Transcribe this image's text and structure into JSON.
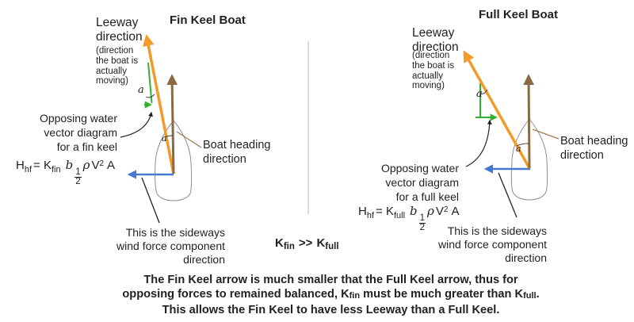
{
  "colors": {
    "leeway_arrow": "#f39a28",
    "heading_arrow": "#8a6a42",
    "wind_force_arrow": "#4578cf",
    "water_vector": "#33b133",
    "hull_outline": "#8f8c9c",
    "text": "#231f20",
    "divider": "#bbbbbb"
  },
  "labels": {
    "angle_a": "a"
  },
  "left": {
    "title": "Fin Keel Boat",
    "leeway": "Leeway\ndirection",
    "leeway_note": "(direction\nthe boat is\nactually\nmoving)",
    "opposing": "Opposing water\nvector diagram\nfor a fin keel",
    "boat_heading": "Boat heading\ndirection",
    "sideways": "This is the sideways\nwind force component\ndirection",
    "formula": {
      "h": "H",
      "h_sub": "hf",
      "eq": "= K",
      "k_sub": "fin",
      "b": "b",
      "num": "1",
      "den": "2",
      "rho": "ρ",
      "v": "V",
      "v_sup": "2",
      "a_var": "A"
    }
  },
  "right": {
    "title": "Full Keel Boat",
    "leeway": "Leeway\ndirection",
    "leeway_note": "(direction\nthe boat is\nactually\nmoving)",
    "opposing": "Opposing water\nvector diagram\nfor a full keel",
    "boat_heading": "Boat heading\ndirection",
    "sideways": "This is the sideways\nwind force component\ndirection",
    "formula": {
      "h": "H",
      "h_sub": "hf",
      "eq": "= K",
      "k_sub": "full",
      "b": "b",
      "num": "1",
      "den": "2",
      "rho": "ρ",
      "v": "V",
      "v_sup": "2",
      "a_var": "A"
    }
  },
  "center": {
    "k1": "K",
    "k1_sub": "fin",
    "gg": ">>",
    "k2": "K",
    "k2_sub": "full"
  },
  "bottom": {
    "line1": "The Fin Keel arrow is much smaller that the Full Keel arrow, thus for",
    "line2a": "opposing forces to remained balanced, K",
    "line2a_sub": "fin",
    "line2b": " must be much greater than K",
    "line2b_sub": "full",
    "line2c": ".",
    "line3": "This allows the Fin Keel to have less Leeway than a Full Keel."
  }
}
